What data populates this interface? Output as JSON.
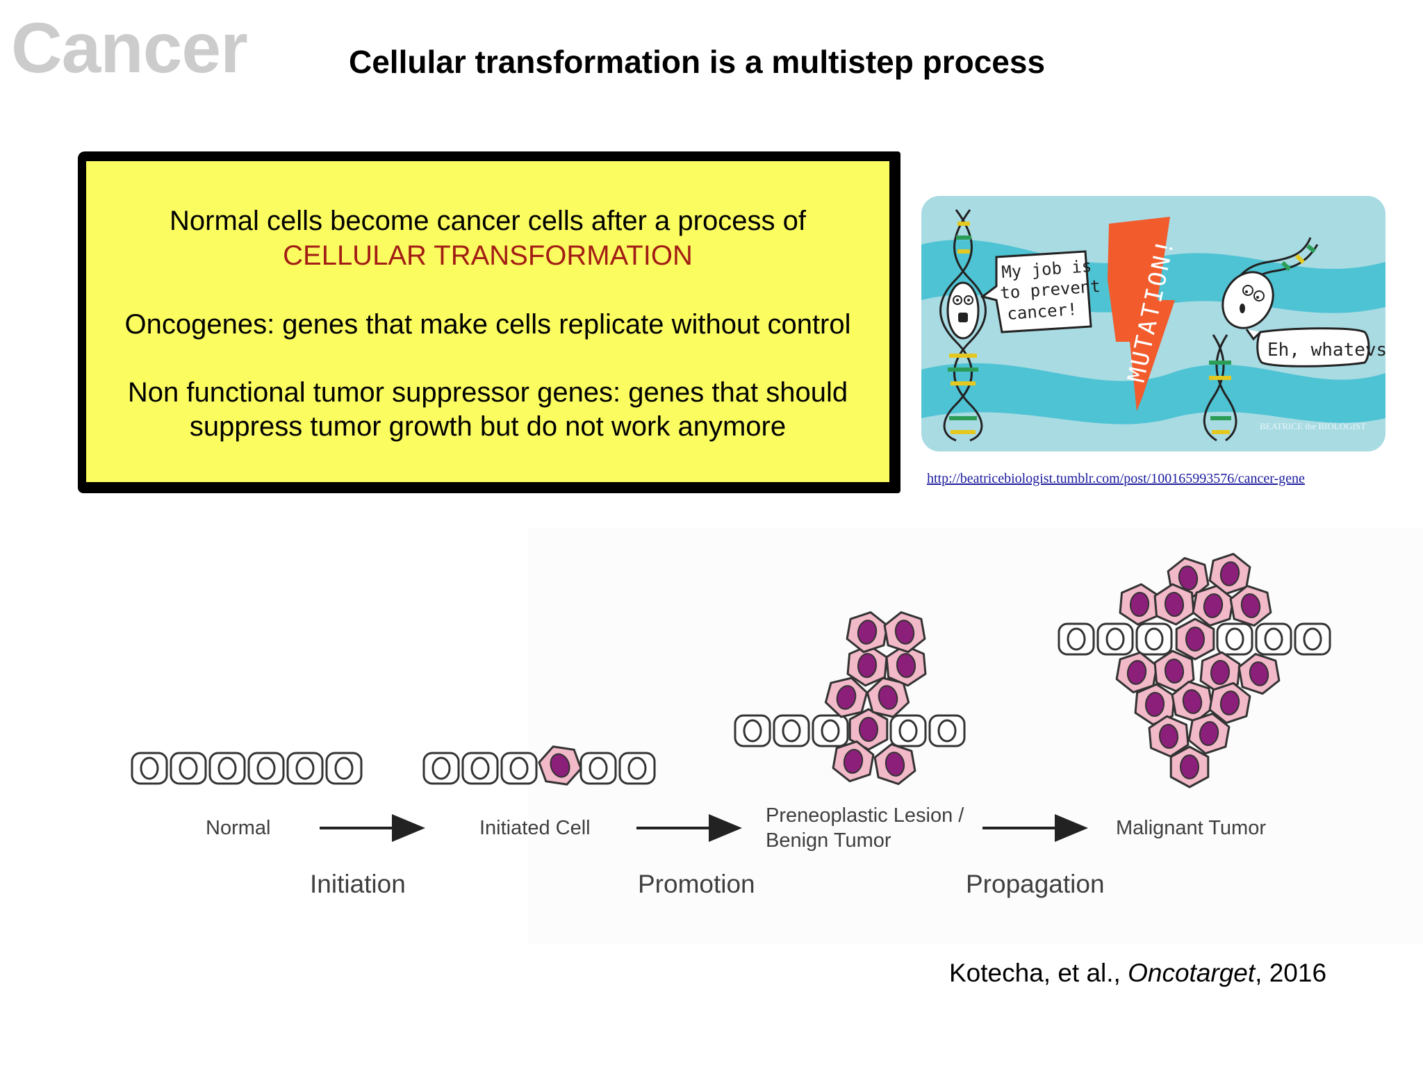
{
  "header": {
    "section_label": "Cancer",
    "title": "Cellular transformation is a multistep process"
  },
  "info_box": {
    "p1_line1": "Normal cells become cancer cells after a process of",
    "p1_line2": "CELLULAR TRANSFORMATION",
    "p2": "Oncogenes: genes that make cells replicate without control",
    "p3_line1": "Non functional tumor suppressor genes: genes that should",
    "p3_line2": "suppress tumor growth but do not work anymore",
    "highlight_color": "#a21d14",
    "background_color": "#fbfc60"
  },
  "cartoon": {
    "speech_left_line1": "My job is",
    "speech_left_line2": "to prevent",
    "speech_left_line3": "cancer!",
    "mutation_label": "MUTATION!",
    "speech_right": "Eh, whatevs.",
    "signature": "BEATRICE the BIOLOGIST",
    "source_url": "http://beatricebiologist.tumblr.com/post/100165993576/cancer-gene"
  },
  "diagram": {
    "stages": {
      "normal": "Normal",
      "initiated": "Initiated Cell",
      "preneoplastic_line1": "Preneoplastic Lesion /",
      "preneoplastic_line2": "Benign Tumor",
      "malignant": "Malignant Tumor"
    },
    "steps": {
      "initiation": "Initiation",
      "promotion": "Promotion",
      "propagation": "Propagation"
    }
  },
  "citation": {
    "authors": "Kotecha, et al., ",
    "journal": "Oncotarget",
    "year": ", 2016"
  },
  "colors": {
    "normal_cell_fill": "#ffffff",
    "transformed_cell_fill": "#f2b9c8",
    "nucleus_fill": "#8c1f7a",
    "cartoon_background": "#a9dbe3"
  }
}
